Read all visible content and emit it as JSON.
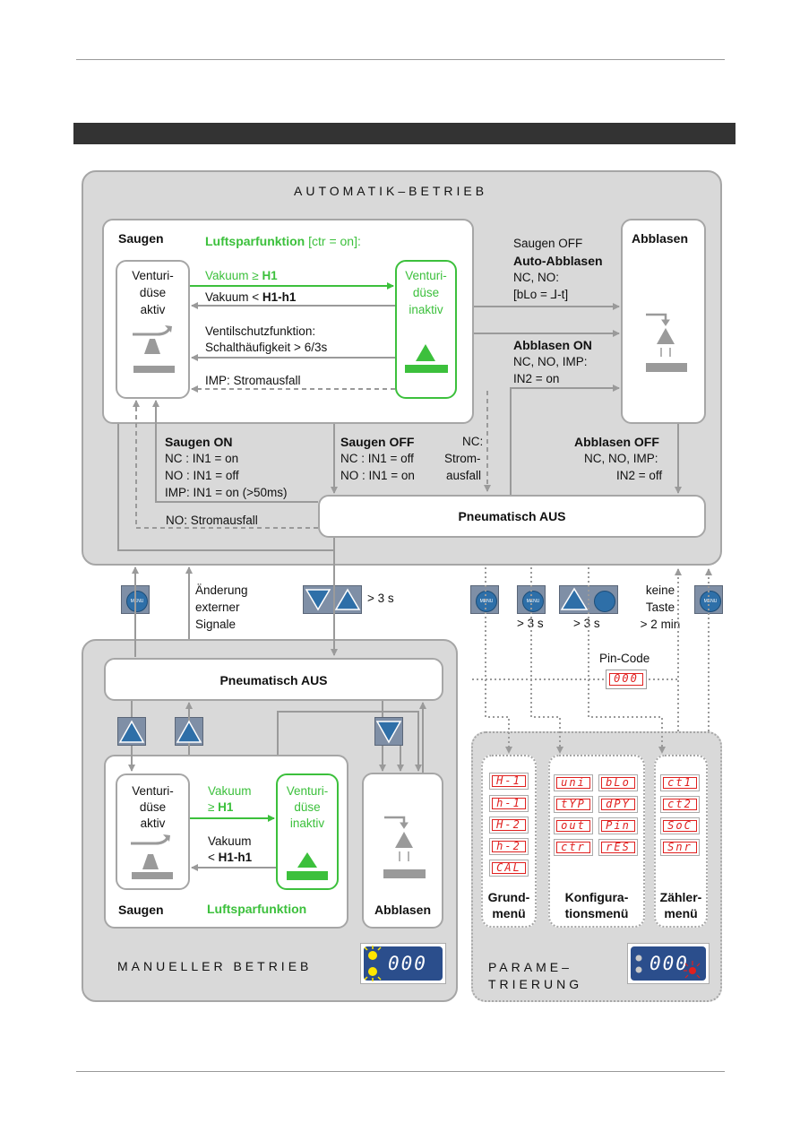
{
  "auto": {
    "title": "AUTOMATIK–BETRIEB",
    "saugen_title": "Saugen",
    "luft_title": "Luftsparfunktion",
    "luft_suffix": " [ctr = on]:",
    "venturi_aktiv": [
      "Venturi-",
      "düse",
      "aktiv"
    ],
    "venturi_inaktiv": [
      "Venturi-",
      "düse",
      "inaktiv"
    ],
    "vakuum_ge_pre": "Vakuum ≥ ",
    "vakuum_ge_h1": "H1",
    "vakuum_lt_pre": "Vakuum < ",
    "vakuum_lt_h1h1": "H1-h1",
    "ventilschutz": [
      "Ventilschutzfunktion:",
      "Schalthäufigkeit > 6/3s"
    ],
    "imp_stromausfall": "IMP: Stromausfall",
    "abblasen_title": "Abblasen",
    "saugen_off_auto": [
      "Saugen OFF"
    ],
    "auto_abblasen": "Auto-Abblasen",
    "auto_abblasen_cond": [
      "NC, NO:",
      "[bLo = ⅃-t]"
    ],
    "abblasen_on": "Abblasen ON",
    "abblasen_on_cond": [
      "NC, NO, IMP:",
      "IN2 = on"
    ],
    "saugen_on": "Saugen ON",
    "saugen_on_cond": [
      "NC : IN1 = on",
      "NO : IN1 = off",
      "IMP: IN1 = on (>50ms)"
    ],
    "saugen_off": "Saugen OFF",
    "saugen_off_cond": [
      "NC : IN1 = off",
      "NO : IN1 = on"
    ],
    "nc_strom": [
      "NC:",
      "Strom-",
      "ausfall"
    ],
    "abblasen_off": "Abblasen OFF",
    "abblasen_off_cond": [
      "NC, NO, IMP:",
      "IN2 = off"
    ],
    "no_stromausfall": "NO: Stromausfall",
    "pneumatisch_aus": "Pneumatisch AUS"
  },
  "middle": {
    "aenderung": [
      "Änderung",
      "externer",
      "Signale"
    ],
    "gt3s_a": "> 3 s",
    "gt3s_b": "> 3 s",
    "gt3s_c": "> 3 s",
    "keine_taste": [
      "keine",
      "Taste",
      "> 2 min"
    ],
    "pin_code": "Pin-Code",
    "pin_display": "000",
    "menu_label": "MENU"
  },
  "manual": {
    "title": "MANUELLER BETRIEB",
    "pneumatisch_aus": "Pneumatisch AUS",
    "venturi_aktiv": [
      "Venturi-",
      "düse",
      "aktiv"
    ],
    "venturi_inaktiv": [
      "Venturi-",
      "düse",
      "inaktiv"
    ],
    "vakuum_ge": [
      "Vakuum",
      "≥ "
    ],
    "vakuum_ge_h1": "H1",
    "vakuum_lt": [
      "Vakuum",
      "< "
    ],
    "vakuum_lt_h1h1": "H1-h1",
    "saugen": "Saugen",
    "luftsparfunktion": "Luftsparfunktion",
    "abblasen": "Abblasen",
    "display": "000"
  },
  "param": {
    "title": [
      "PARAME–",
      "TRIERUNG"
    ],
    "grund": [
      "H-1",
      "h-1",
      "H-2",
      "h-2",
      "CAL"
    ],
    "grund_label": [
      "Grund-",
      "menü"
    ],
    "konfig_left": [
      "uni",
      "tYP",
      "out",
      "ctr"
    ],
    "konfig_right": [
      "bLo",
      "dPY",
      "Pin",
      "rES"
    ],
    "konfig_label": [
      "Konfigura-",
      "tionsmenü"
    ],
    "zaehler": [
      "ct1",
      "ct2",
      "SoC",
      "Snr"
    ],
    "zaehler_label": [
      "Zähler-",
      "menü"
    ],
    "display": "000"
  },
  "colors": {
    "green": "#3cc03c",
    "gray_arrow": "#9a9a9a",
    "panel": "#d9d9d9",
    "header_bar": "#333333",
    "led_red": "#e0201f",
    "button_blue": "#2e6fa8"
  }
}
